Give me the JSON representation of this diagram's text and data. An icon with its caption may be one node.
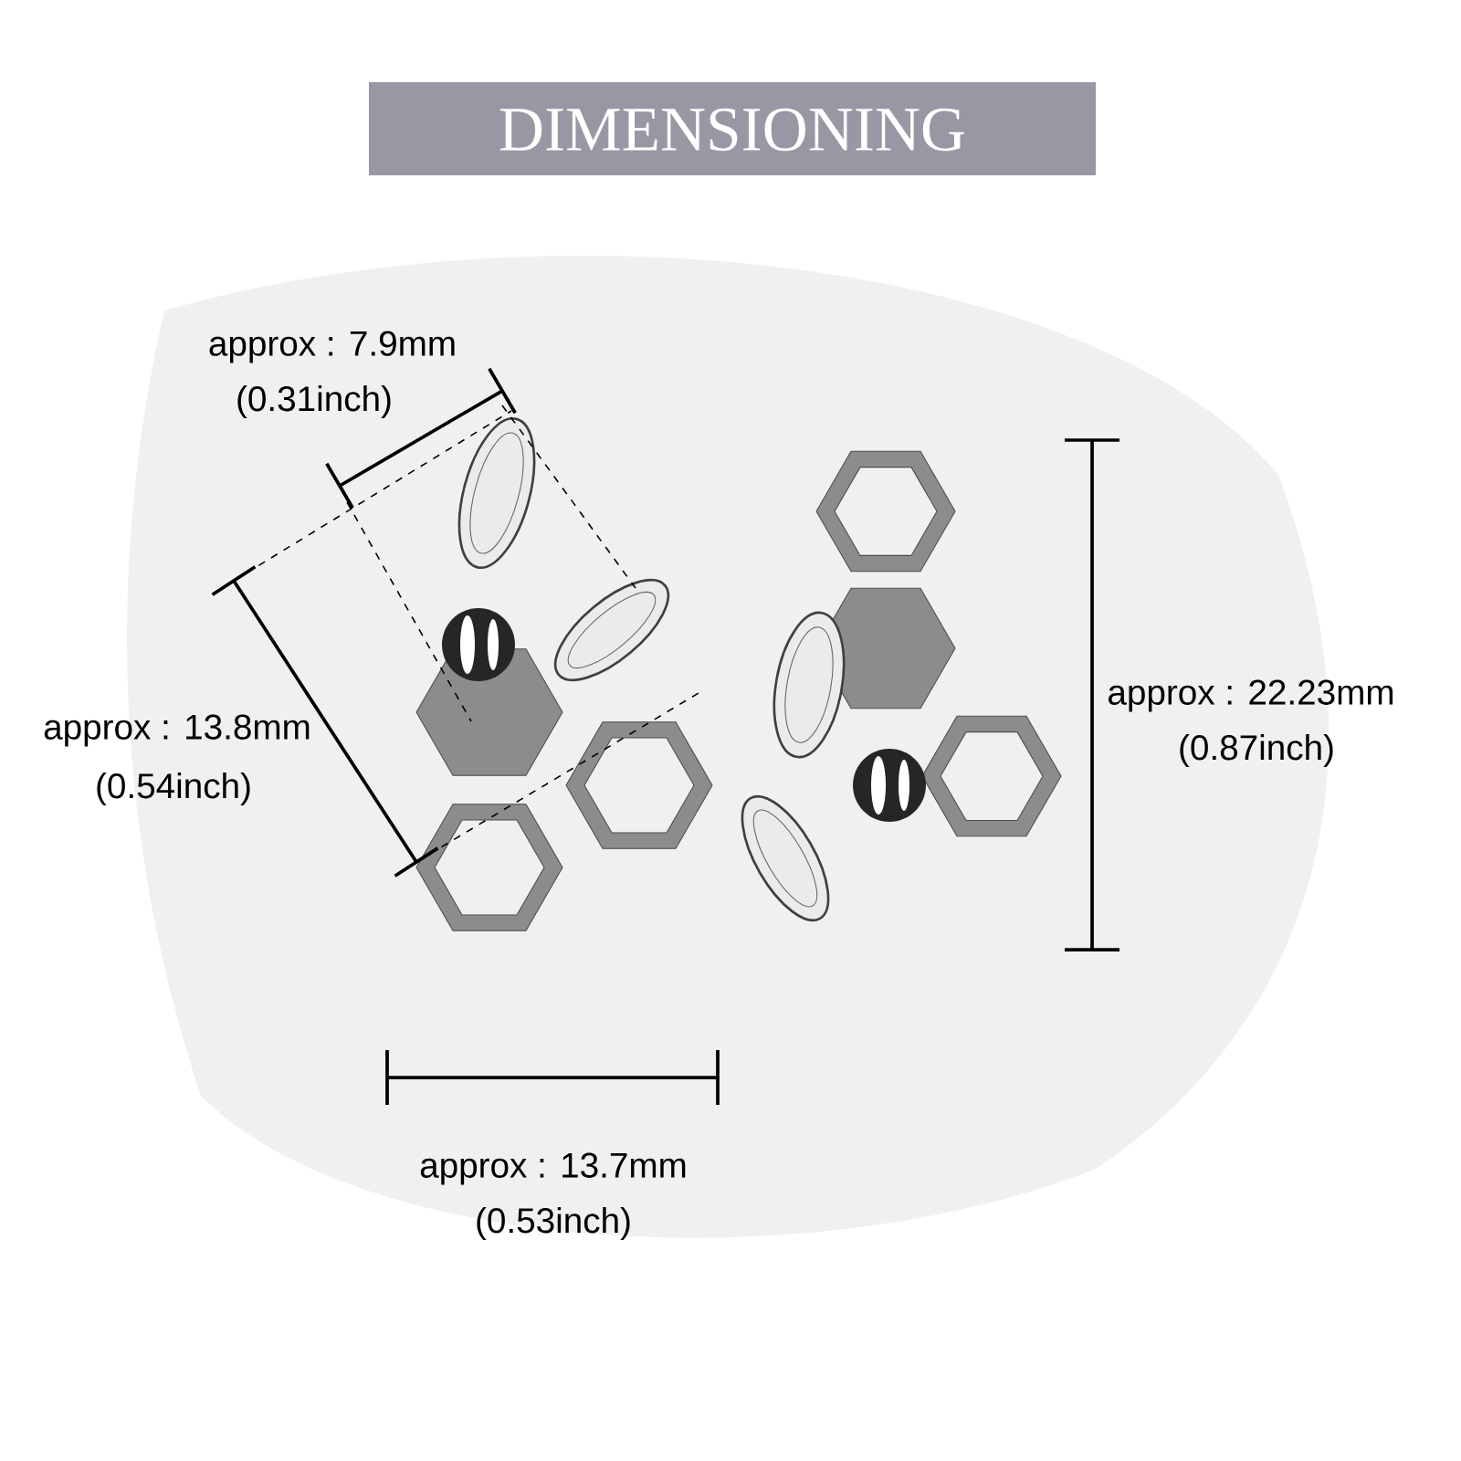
{
  "diagram": {
    "title": "DIMENSIONING",
    "labels": [
      "approx : 7.9mm",
      "(0.31inch)",
      "approx : 22.23mm",
      "(0.87inch)",
      "approx : 13.8mm",
      "(0.54inch)",
      "approx : 13.7mm",
      "(0.53inch)"
    ]
  }
}
